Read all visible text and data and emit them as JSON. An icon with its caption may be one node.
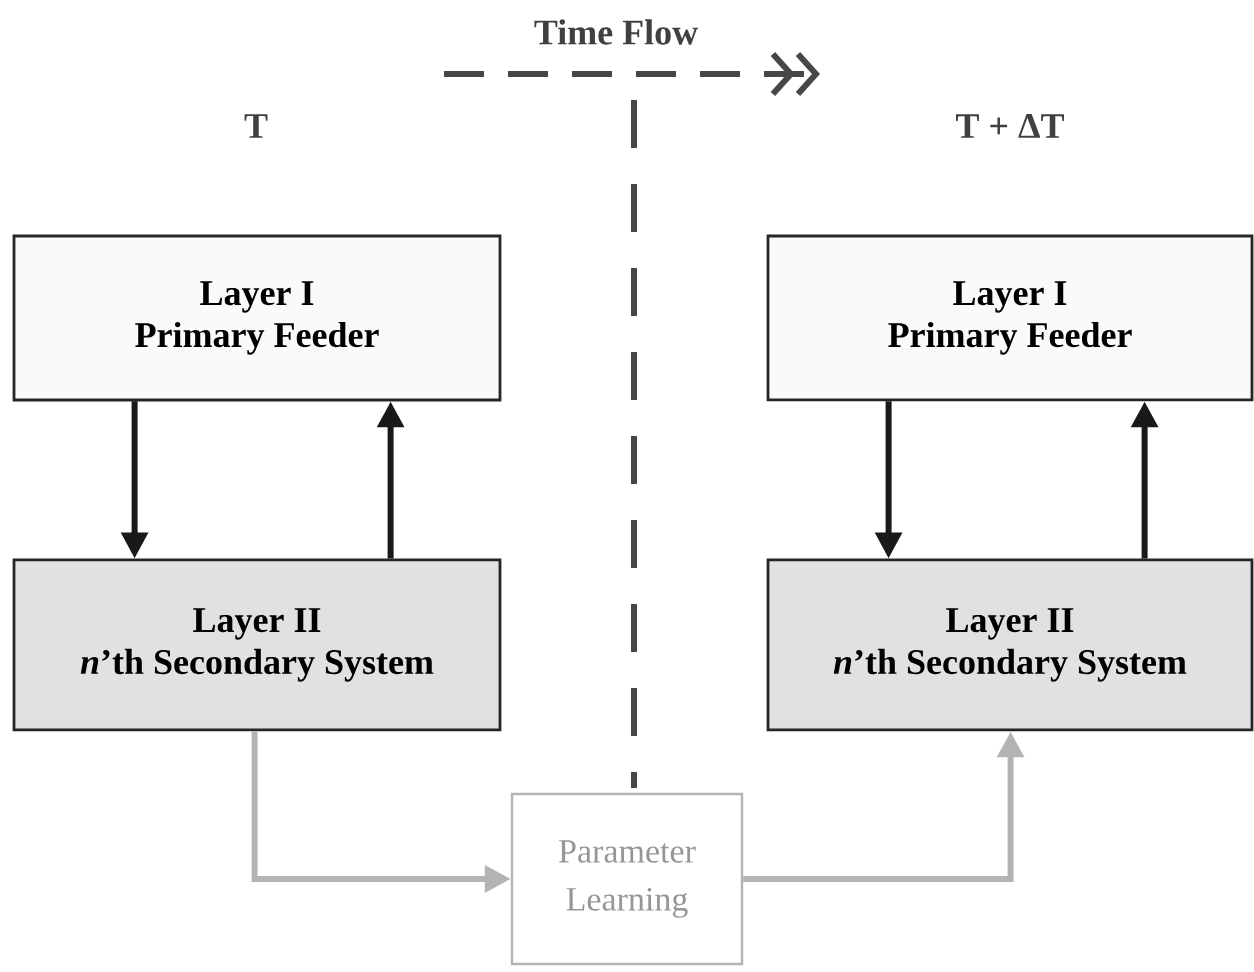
{
  "diagram": {
    "nodes": [
      {
        "text": [
          "Layer I",
          "Primary Feeder"
        ]
      },
      {
        "text": [
          "Layer II",
          "*n*’th Secondary System"
        ]
      },
      {
        "text": [
          "Layer I",
          "Primary Feeder"
        ]
      },
      {
        "text": [
          "Layer II",
          "*n*’th Secondary System"
        ]
      },
      {
        "text": [
          "Parameter Learning"
        ]
      }
    ],
    "edges": [
      {
        "from": 0,
        "to": 1,
        "arrow": "to"
      },
      {
        "from": 1,
        "to": 0,
        "arrow": "to"
      },
      {
        "from": 2,
        "to": 3,
        "arrow": "to"
      },
      {
        "from": 3,
        "to": 2,
        "arrow": "to"
      },
      {
        "from": 1,
        "to": 4,
        "arrow": "to",
        "color": "#b3b4b6"
      },
      {
        "from": 4,
        "to": 3,
        "arrow": "to",
        "color": "#b3b4b6"
      }
    ],
    "labels": [
      "Time Flow",
      "T",
      "T + ΔT"
    ]
  }
}
